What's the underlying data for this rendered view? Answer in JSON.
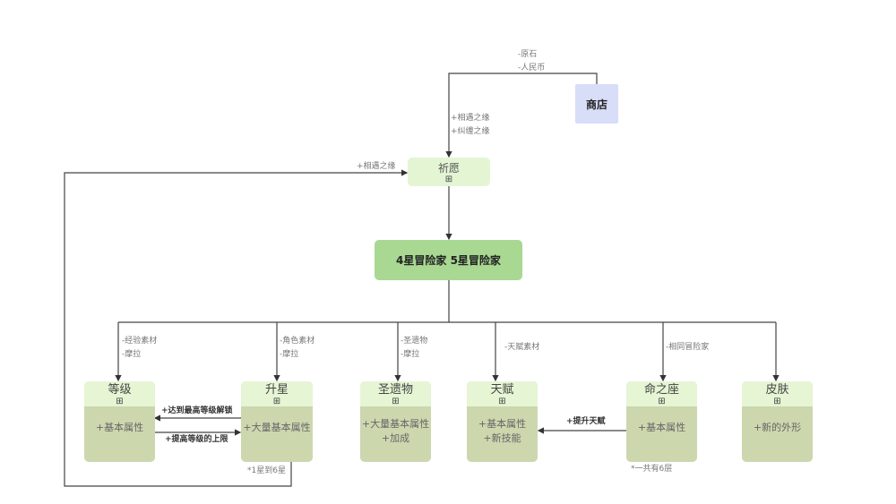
{
  "shop": {
    "label": "商店",
    "edge_labels": [
      "-原石",
      "-人民币"
    ]
  },
  "wish": {
    "label": "祈愿",
    "icon": "expand-icon",
    "icon_glyph": "⊞",
    "in_labels": [
      "+相遇之缘",
      "+纠缠之缘"
    ],
    "loop_label": "+相遇之缘"
  },
  "adventurer": {
    "label": "4星冒险家  5星冒险家"
  },
  "cards": [
    {
      "title": "等级",
      "body": [
        "+基本属性"
      ],
      "edge_labels": [
        "-经验素材",
        "-摩拉"
      ]
    },
    {
      "title": "升星",
      "body": [
        "+大量基本属性"
      ],
      "edge_labels": [
        "-角色素材",
        "-摩拉"
      ],
      "note": "*1星到6星"
    },
    {
      "title": "圣遗物",
      "body": [
        "+大量基本属性",
        "+加成"
      ],
      "edge_labels": [
        "-圣遗物",
        "-摩拉"
      ]
    },
    {
      "title": "天赋",
      "body": [
        "+基本属性",
        "+新技能"
      ],
      "edge_labels": [
        "-天赋素材"
      ]
    },
    {
      "title": "命之座",
      "body": [
        "+基本属性"
      ],
      "edge_labels": [
        "-相同冒险家"
      ],
      "note": "*一共有6层"
    },
    {
      "title": "皮肤",
      "body": [
        "+新的外形"
      ],
      "edge_labels": []
    }
  ],
  "links": {
    "unlock": "+达到最高等级解锁",
    "raise_cap": "+提高等级的上限",
    "talent_up": "+提升天赋"
  }
}
